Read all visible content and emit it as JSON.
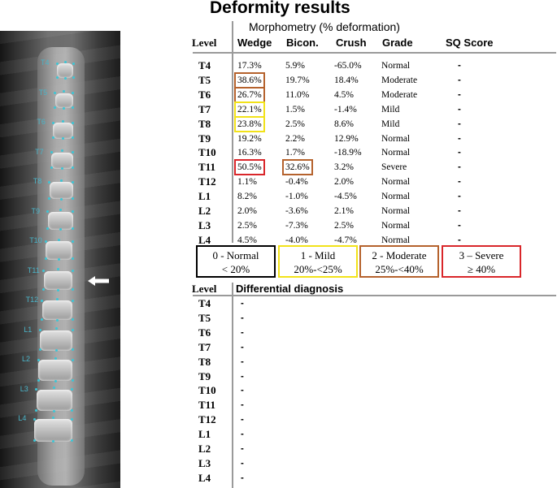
{
  "title": "Deformity results",
  "subtitle": "Morphometry (% deformation)",
  "xray": {
    "labels": [
      "T4",
      "T5",
      "T6",
      "T7",
      "T8",
      "T9",
      "T10",
      "T11",
      "T12",
      "L1",
      "L2",
      "L3",
      "L4"
    ],
    "arrow_icon": "left-arrow-icon"
  },
  "table": {
    "headers": {
      "level": "Level",
      "wedge": "Wedge",
      "bicon": "Bicon.",
      "crush": "Crush",
      "grade": "Grade",
      "sq": "SQ Score"
    },
    "rows": [
      {
        "level": "T4",
        "wedge": "17.3%",
        "bicon": "5.9%",
        "crush": "-65.0%",
        "grade": "Normal",
        "sq": "-"
      },
      {
        "level": "T5",
        "wedge": "38.6%",
        "bicon": "19.7%",
        "crush": "18.4%",
        "grade": "Moderate",
        "sq": "-"
      },
      {
        "level": "T6",
        "wedge": "26.7%",
        "bicon": "11.0%",
        "crush": "4.5%",
        "grade": "Moderate",
        "sq": "-"
      },
      {
        "level": "T7",
        "wedge": "22.1%",
        "bicon": "1.5%",
        "crush": "-1.4%",
        "grade": "Mild",
        "sq": "-"
      },
      {
        "level": "T8",
        "wedge": "23.8%",
        "bicon": "2.5%",
        "crush": "8.6%",
        "grade": "Mild",
        "sq": "-"
      },
      {
        "level": "T9",
        "wedge": "19.2%",
        "bicon": "2.2%",
        "crush": "12.9%",
        "grade": "Normal",
        "sq": "-"
      },
      {
        "level": "T10",
        "wedge": "16.3%",
        "bicon": "1.7%",
        "crush": "-18.9%",
        "grade": "Normal",
        "sq": "-"
      },
      {
        "level": "T11",
        "wedge": "50.5%",
        "bicon": "32.6%",
        "crush": "3.2%",
        "grade": "Severe",
        "sq": "-"
      },
      {
        "level": "T12",
        "wedge": "1.1%",
        "bicon": "-0.4%",
        "crush": "2.0%",
        "grade": "Normal",
        "sq": "-"
      },
      {
        "level": "L1",
        "wedge": "8.2%",
        "bicon": "-1.0%",
        "crush": "-4.5%",
        "grade": "Normal",
        "sq": "-"
      },
      {
        "level": "L2",
        "wedge": "2.0%",
        "bicon": "-3.6%",
        "crush": "2.1%",
        "grade": "Normal",
        "sq": "-"
      },
      {
        "level": "L3",
        "wedge": "2.5%",
        "bicon": "-7.3%",
        "crush": "2.5%",
        "grade": "Normal",
        "sq": "-"
      },
      {
        "level": "L4",
        "wedge": "4.5%",
        "bicon": "-4.0%",
        "crush": "-4.7%",
        "grade": "Normal",
        "sq": "-"
      }
    ]
  },
  "colors": {
    "normal": "#000000",
    "mild": "#f2e21a",
    "moderate": "#b5622d",
    "severe": "#d9262a"
  },
  "legend": [
    {
      "line1": "0 - Normal",
      "line2": "< 20%"
    },
    {
      "line1": "1 - Mild",
      "line2": "20%-<25%"
    },
    {
      "line1": "2 - Moderate",
      "line2": "25%-<40%"
    },
    {
      "line1": "3 – Severe",
      "line2": "≥ 40%"
    }
  ],
  "diagnosis": {
    "headers": {
      "level": "Level",
      "diff": "Differential diagnosis"
    },
    "rows": [
      {
        "level": "T4",
        "value": "-"
      },
      {
        "level": "T5",
        "value": "-"
      },
      {
        "level": "T6",
        "value": "-"
      },
      {
        "level": "T7",
        "value": "-"
      },
      {
        "level": "T8",
        "value": "-"
      },
      {
        "level": "T9",
        "value": "-"
      },
      {
        "level": "T10",
        "value": "-"
      },
      {
        "level": "T11",
        "value": "-"
      },
      {
        "level": "T12",
        "value": "-"
      },
      {
        "level": "L1",
        "value": "-"
      },
      {
        "level": "L2",
        "value": "-"
      },
      {
        "level": "L3",
        "value": "-"
      },
      {
        "level": "L4",
        "value": "-"
      }
    ]
  }
}
